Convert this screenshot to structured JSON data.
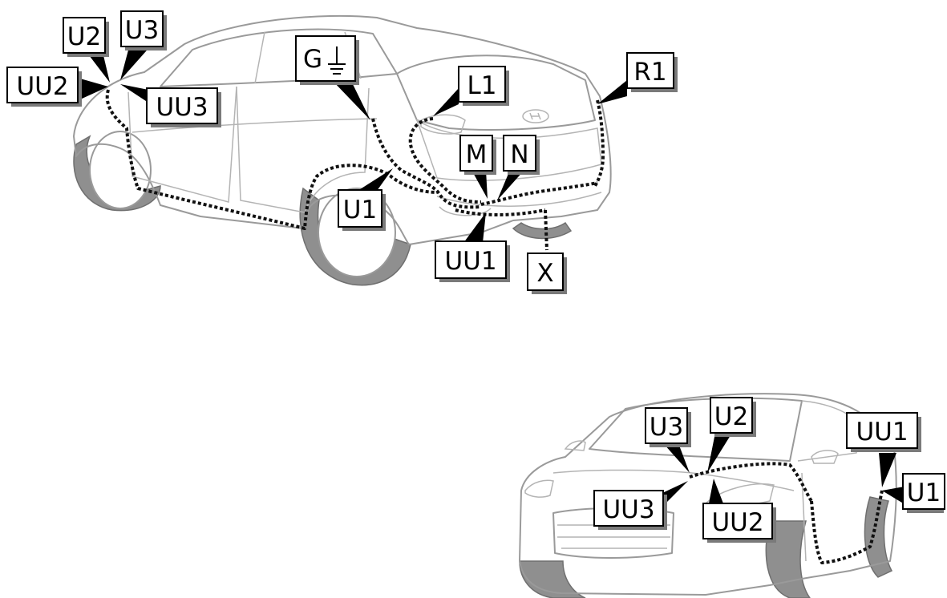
{
  "rear_view": {
    "labels": {
      "u2": "U2",
      "u3": "U3",
      "uu2": "UU2",
      "uu3": "UU3",
      "g": "G",
      "l1": "L1",
      "r1": "R1",
      "m": "M",
      "n": "N",
      "u1": "U1",
      "uu1": "UU1",
      "x": "X"
    }
  },
  "front_view": {
    "labels": {
      "u3": "U3",
      "u2": "U2",
      "uu1": "UU1",
      "u1": "U1",
      "uu3": "UU3",
      "uu2": "UU2"
    }
  },
  "icons": {
    "ground": "ground-symbol-icon"
  },
  "colors": {
    "outline": "#9a9a9a",
    "tire": "#8f8f8f",
    "harness": "#111111",
    "label_border": "#000000",
    "label_shadow": "#7a7a7a"
  }
}
